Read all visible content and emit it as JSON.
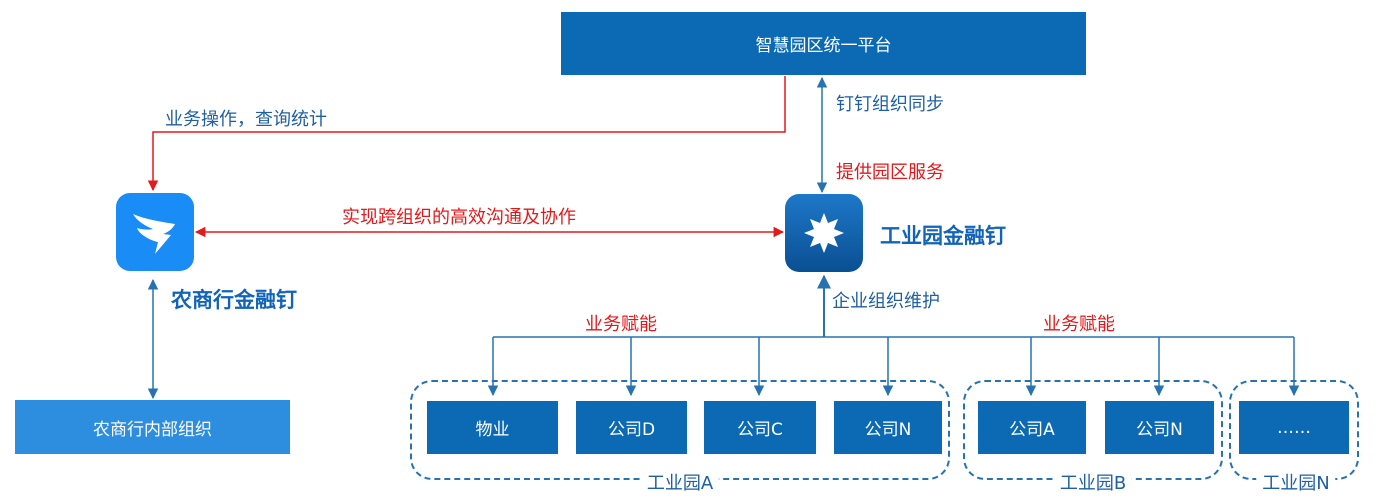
{
  "top": {
    "label": "智慧园区统一平台"
  },
  "bank": {
    "name": "农商行金融钉",
    "internal_label": "农商行内部组织"
  },
  "industrial": {
    "name": "工业园金融钉"
  },
  "links": {
    "top_to_bank": "业务操作，查询统计",
    "sync": "钉钉组织同步",
    "park_service": "提供园区服务",
    "bank_industrial": "实现跨组织的高效沟通及协作",
    "maintain": "企业组织维护"
  },
  "empower_labels": [
    "业务赋能",
    "业务赋能"
  ],
  "parks": [
    {
      "name": "工业园A",
      "members": [
        "物业",
        "公司D",
        "公司C",
        "公司N"
      ]
    },
    {
      "name": "工业园B",
      "members": [
        "公司A",
        "公司N"
      ]
    },
    {
      "name": "工业园N",
      "members": [
        "……"
      ]
    }
  ],
  "colors": {
    "dark_blue": "#0b6ab3",
    "light_blue": "#2d8ee0",
    "line_blue": "#2673b0",
    "red": "#e3191b"
  },
  "icons": {
    "bank_app": "dingtalk-wing-icon",
    "industrial_app": "star-badge-icon"
  }
}
